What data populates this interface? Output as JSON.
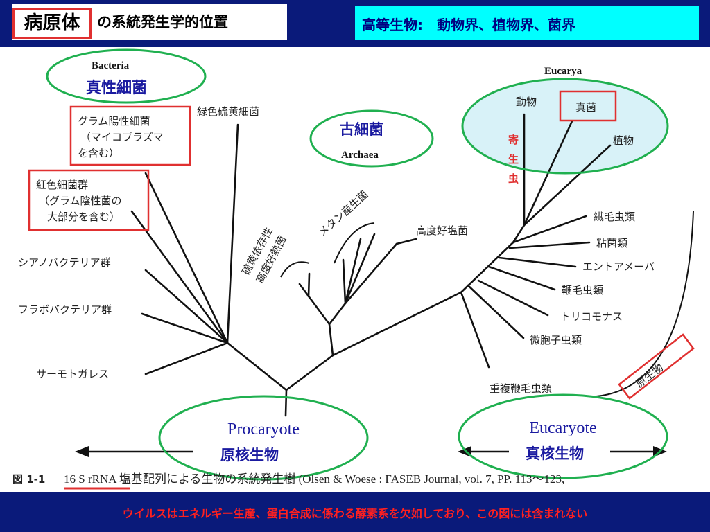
{
  "header": {
    "title_key": "病原体",
    "title_rest": "の系統発生学的位置",
    "right_text": "高等生物:　動物界、植物界、菌界"
  },
  "groups": {
    "bacteria_en": "Bacteria",
    "bacteria_jp": "真性細菌",
    "archaea_jp": "古細菌",
    "archaea_en": "Archaea",
    "eucarya_en": "Eucarya",
    "parasite": [
      "寄",
      "生",
      "虫"
    ],
    "protozoa": "原生物",
    "procaryote_en": "Procaryote",
    "procaryote_jp": "原核生物",
    "eucaryote_en": "Eucaryote",
    "eucaryote_jp": "真核生物"
  },
  "taxa": {
    "green_sulfur": "緑色硫黄細菌",
    "gram_pos_1": "グラム陽性細菌",
    "gram_pos_2": "（マイコプラズマ",
    "gram_pos_3": "を含む）",
    "purple_1": "紅色細菌群",
    "purple_2": "（グラム陰性菌の",
    "purple_3": "大部分を含む）",
    "cyano": "シアノバクテリア群",
    "flavo": "フラボバクテリア群",
    "thermotoga": "サーモトガレス",
    "sulfur_1": "硫黄依存性",
    "sulfur_2": "高度好熱菌",
    "methane": "メタン産生菌",
    "halophile": "高度好塩菌",
    "animal": "動物",
    "fungi": "真菌",
    "plant": "植物",
    "ciliate": "繊毛虫類",
    "slime": "粘菌類",
    "entamoeba": "エントアメーバ",
    "flagellate": "鞭毛虫類",
    "trichomonas": "トリコモナス",
    "microsporidia": "微胞子虫類",
    "diplomonad": "重複鞭毛虫類"
  },
  "caption": {
    "figure": "図 1-1",
    "underlined": "16 S rRNA",
    "rest": " 塩基配列による生物の系統発生樹 (Olsen & Woese : FASEB Journal, vol. 7, PP. 113〜123,"
  },
  "footer": {
    "note": "ウイルスはエネルギー生産、蛋白合成に係わる酵素系を欠如しており、この図には含まれない"
  }
}
